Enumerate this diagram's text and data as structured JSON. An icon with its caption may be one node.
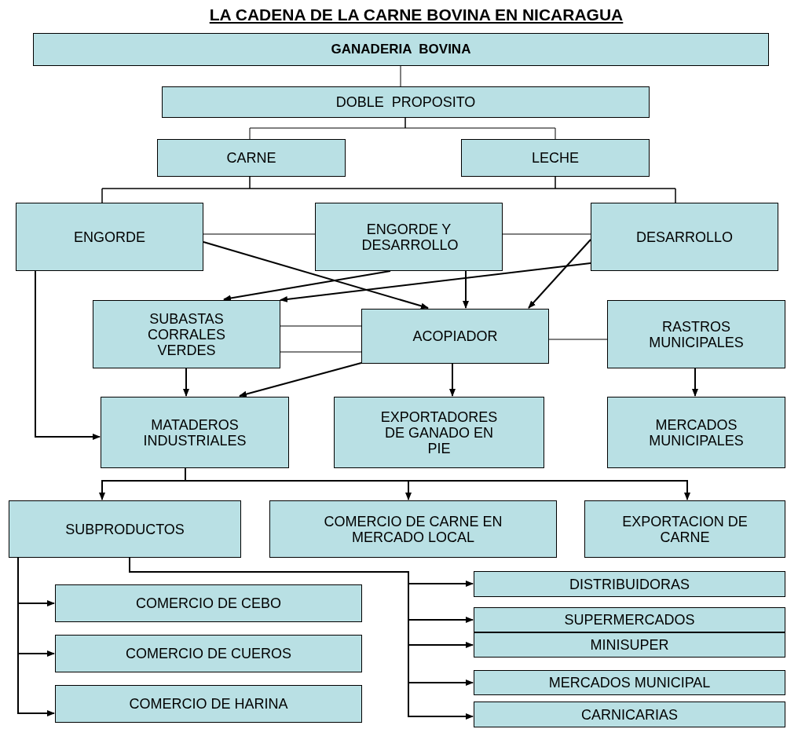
{
  "diagram": {
    "title": "LA CADENA DE LA CARNE BOVINA EN NICARAGUA",
    "nodes": [
      {
        "text": [
          "GANADERIA  BOVINA"
        ]
      },
      {
        "text": [
          "DOBLE  PROPOSITO"
        ]
      },
      {
        "text": [
          "CARNE"
        ]
      },
      {
        "text": [
          "LECHE"
        ]
      },
      {
        "text": [
          "ENGORDE"
        ]
      },
      {
        "text": [
          "ENGORDE Y DESARROLLO"
        ]
      },
      {
        "text": [
          "DESARROLLO"
        ]
      },
      {
        "text": [
          "SUBASTAS CORRALES VERDES"
        ]
      },
      {
        "text": [
          "ACOPIADOR"
        ]
      },
      {
        "text": [
          "RASTROS MUNICIPALES"
        ]
      },
      {
        "text": [
          "MATADEROS INDUSTRIALES"
        ]
      },
      {
        "text": [
          "EXPORTADORES DE GANADO EN PIE"
        ]
      },
      {
        "text": [
          "MERCADOS MUNICIPALES"
        ]
      },
      {
        "text": [
          "SUBPRODUCTOS"
        ]
      },
      {
        "text": [
          "COMERCIO DE CARNE EN MERCADO LOCAL"
        ]
      },
      {
        "text": [
          "EXPORTACION DE CARNE"
        ]
      },
      {
        "text": [
          "COMERCIO DE CEBO"
        ]
      },
      {
        "text": [
          "COMERCIO DE CUEROS"
        ]
      },
      {
        "text": [
          "COMERCIO DE HARINA"
        ]
      },
      {
        "text": [
          "DISTRIBUIDORAS"
        ]
      },
      {
        "text": [
          "SUPERMERCADOS"
        ]
      },
      {
        "text": [
          "MINISUPER"
        ]
      },
      {
        "text": [
          "MERCADOS MUNICIPAL"
        ]
      },
      {
        "text": [
          "CARNICARIAS"
        ]
      }
    ],
    "edges": [
      {
        "from": 0,
        "to": 1,
        "arrow": "none"
      },
      {
        "from": 1,
        "to": 2,
        "arrow": "none"
      },
      {
        "from": 1,
        "to": 3,
        "arrow": "none"
      },
      {
        "from": 2,
        "to": 4,
        "arrow": "none"
      },
      {
        "from": 2,
        "to": 6,
        "arrow": "none"
      },
      {
        "from": 3,
        "to": 4,
        "arrow": "none"
      },
      {
        "from": 3,
        "to": 6,
        "arrow": "none"
      },
      {
        "from": 4,
        "to": 5,
        "arrow": "none"
      },
      {
        "from": 5,
        "to": 6,
        "arrow": "none"
      },
      {
        "from": 4,
        "to": 8,
        "arrow": "to"
      },
      {
        "from": 5,
        "to": 7,
        "arrow": "to"
      },
      {
        "from": 6,
        "to": 7,
        "arrow": "to"
      },
      {
        "from": 5,
        "to": 8,
        "arrow": "to"
      },
      {
        "from": 6,
        "to": 8,
        "arrow": "to"
      },
      {
        "from": 4,
        "to": 10,
        "arrow": "to"
      },
      {
        "from": 7,
        "to": 8,
        "arrow": "none"
      },
      {
        "from": 7,
        "to": 8,
        "arrow": "none"
      },
      {
        "from": 8,
        "to": 9,
        "arrow": "none"
      },
      {
        "from": 7,
        "to": 10,
        "arrow": "to"
      },
      {
        "from": 8,
        "to": 10,
        "arrow": "to"
      },
      {
        "from": 8,
        "to": 11,
        "arrow": "to"
      },
      {
        "from": 9,
        "to": 12,
        "arrow": "to"
      },
      {
        "from": 10,
        "to": 13,
        "arrow": "to"
      },
      {
        "from": 10,
        "to": 14,
        "arrow": "to"
      },
      {
        "from": 10,
        "to": 15,
        "arrow": "to"
      },
      {
        "from": 13,
        "to": 16,
        "arrow": "to"
      },
      {
        "from": 13,
        "to": 17,
        "arrow": "to"
      },
      {
        "from": 13,
        "to": 18,
        "arrow": "to"
      },
      {
        "from": 13,
        "to": 19,
        "arrow": "to"
      },
      {
        "from": 13,
        "to": 20,
        "arrow": "to"
      },
      {
        "from": 13,
        "to": 21,
        "arrow": "to"
      },
      {
        "from": 13,
        "to": 22,
        "arrow": "to"
      },
      {
        "from": 13,
        "to": 23,
        "arrow": "to"
      }
    ]
  }
}
